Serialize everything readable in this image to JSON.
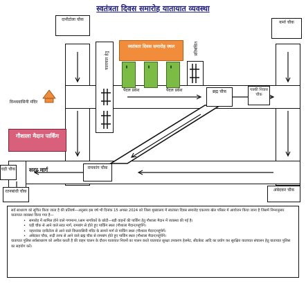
{
  "title": "स्वतंत्रता दिवस समारोह यातायात व्यवस्था",
  "junctions": {
    "danitola": "दानीटोला चौक",
    "karma": "कर्मा चौक",
    "brahman": "ब्रह्म चौक",
    "pakki_niwas": "पक्की निवास चौक",
    "ramkatha": "रामकांग चौक",
    "ghadi": "घड़ी चौक",
    "ratnakhi": "रतनबांधी चौक",
    "ambedkar": "अंबेदकर चौक"
  },
  "places": {
    "venue": "स्वतंत्रता दिवस समारोह स्थल",
    "vindhyavasini": "विन्ध्यवासिनी मंदिर",
    "goshala": "गौशाला मैदान पार्किंग"
  },
  "road_labels": {
    "sadar_marg": "सदर मार्ग",
    "pandal_pravesh_1": "पैदल प्रवेश",
    "pandal_pravesh_2": "पैदल प्रवेश",
    "vertical_1": "यातायात हेतु",
    "vertical_2": "प्रतिबंधित"
  },
  "notes": {
    "intro": "सर्व साधारण को सूचित किया जाता है की प्रतिवर्ष—अनुसार इस वर्ष भी दिनांक 15 अगस्त 2024 को जिला मुख्यालय में स्वतंत्रता दिवस समारोह एकलव्य खेल परिसर में आयोजन किया जाना है जिसमें निम्नानुसार यातायात व्यवस्था किया गया है—",
    "bullets": [
      "समारोह में शामिल होने वाले गणमान्य /आम नागरिकों के छोटी—बड़ी वाहनों की पार्किंग हेतु गौशाला मैदान में व्यवस्था की गई है।",
      "घड़ी चौक से आने वाले सदर मार्ग, रामबांग से होते हुए पार्किंग स्थल (गौशाला मैदान)पहुंचेंगे।",
      "नहरनांका दानीटोला से आने वाले विंध्यवासिनी मंदिर के सामने मार्ग से पार्किंग स्थल (गौशाला मैदान)पहुंचेगें।",
      "अंबेदकर चौक, रूद्री तरफ से आने वाले ब्रह्म चौक से रामबांग होते हुए पार्किंग स्थल (गौशाला मैदान)पहुंचेंगे।"
    ],
    "footer": "यातायात पुलिस सर्वसाधारण को अपील करती है की वाहन चालन के दौरान यातायात नियमों का पालन करते यातायात सुरक्षा उपकरण हेलमेट, सीटबेल्ट आदि का प्रयोग कर सुरक्षित यातायात संचालन हेतु यातायात पुलिस का सहयोग करें।"
  }
}
